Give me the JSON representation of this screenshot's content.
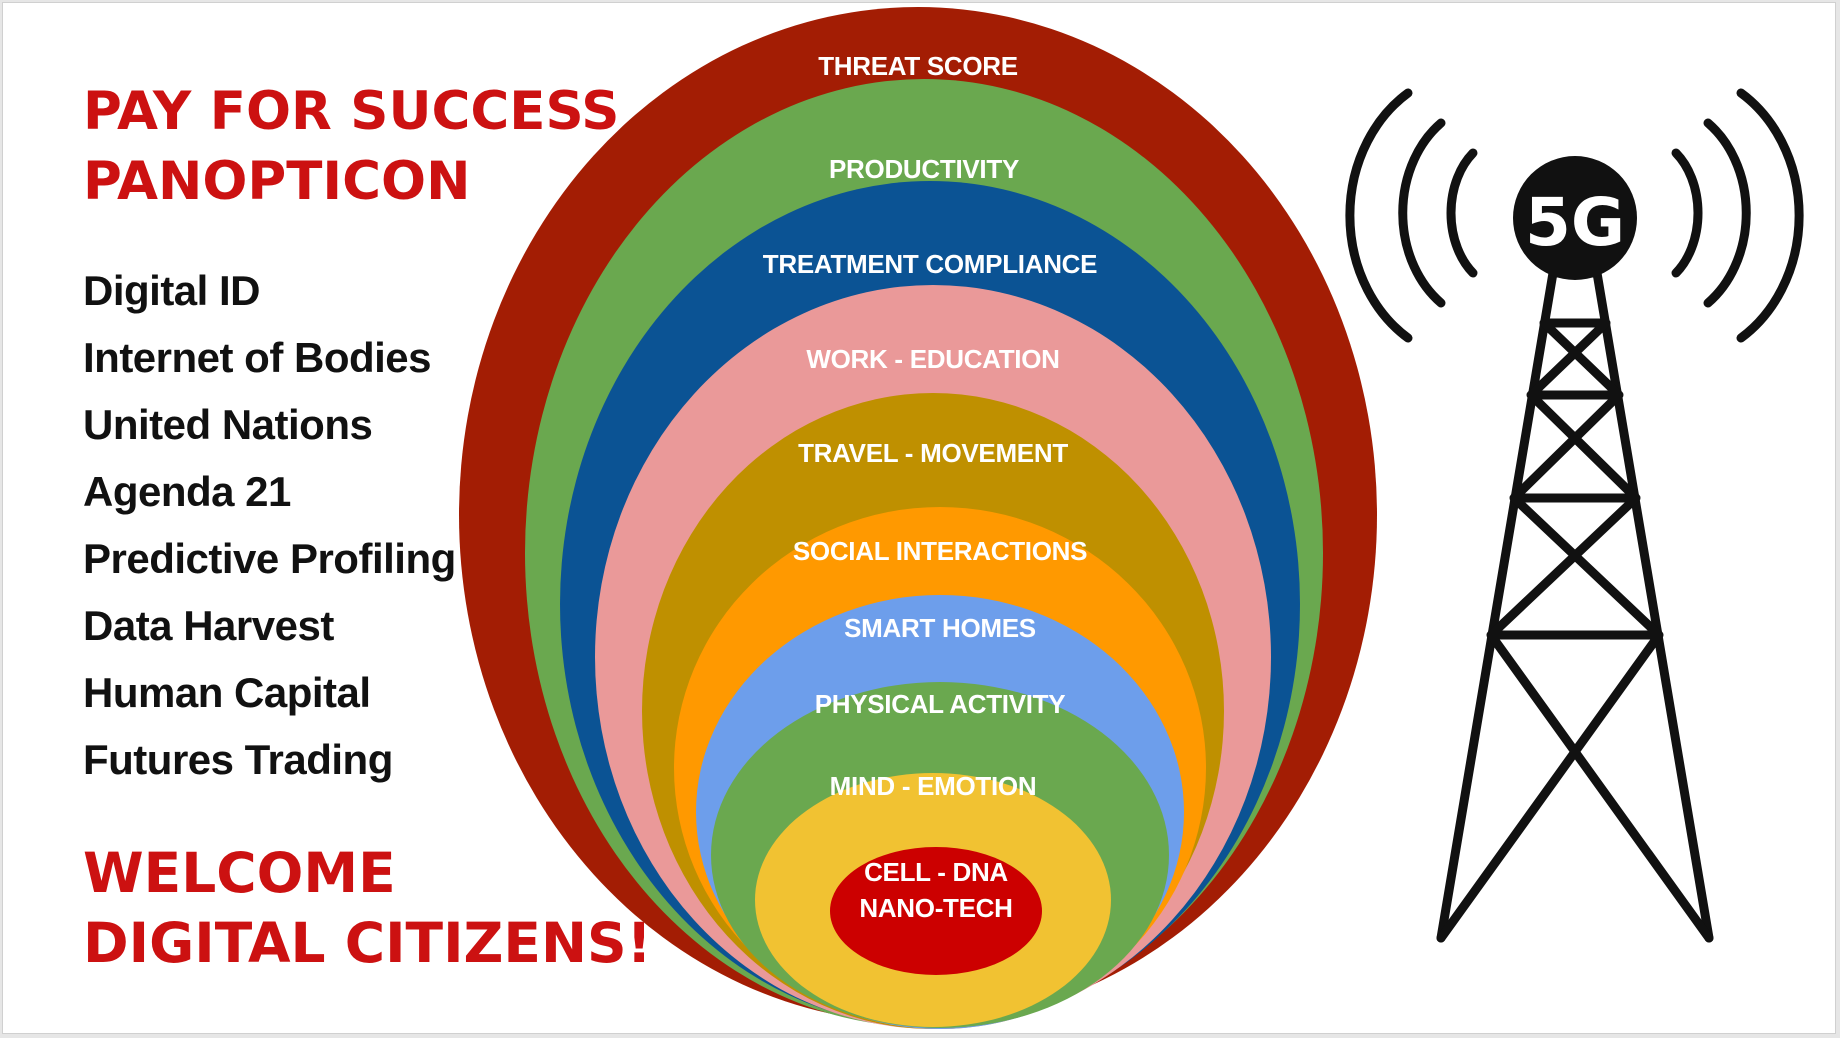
{
  "colors": {
    "headline": "#cc1111",
    "label": "#ffffff",
    "tower": "#111111"
  },
  "title": {
    "line1": "PAY FOR SUCCESS",
    "line2": "PANOPTICON"
  },
  "topics": [
    "Digital ID",
    "Internet of Bodies",
    "United Nations",
    "Agenda 21",
    "Predictive Profiling",
    "Data Harvest",
    "Human Capital",
    "Futures Trading"
  ],
  "closing": {
    "line1": "WELCOME",
    "line2": "DIGITAL CITIZENS!"
  },
  "rings": [
    {
      "label": "THREAT SCORE",
      "color": "#a31d04"
    },
    {
      "label": "PRODUCTIVITY",
      "color": "#6aa84f"
    },
    {
      "label": "TREATMENT COMPLIANCE",
      "color": "#0b5394"
    },
    {
      "label": "WORK - EDUCATION",
      "color": "#ea9999"
    },
    {
      "label": "TRAVEL - MOVEMENT",
      "color": "#bf9000"
    },
    {
      "label": "SOCIAL INTERACTIONS",
      "color": "#ff9900"
    },
    {
      "label": "SMART HOMES",
      "color": "#6d9eeb"
    },
    {
      "label": "PHYSICAL ACTIVITY",
      "color": "#6aa84f"
    },
    {
      "label": "MIND - EMOTION",
      "color": "#f1c232"
    },
    {
      "label": "CELL - DNA",
      "label2": "NANO-TECH",
      "color": "#cc0000"
    }
  ],
  "tower": {
    "label": "5G",
    "icon": "cell-tower-5g-icon"
  }
}
